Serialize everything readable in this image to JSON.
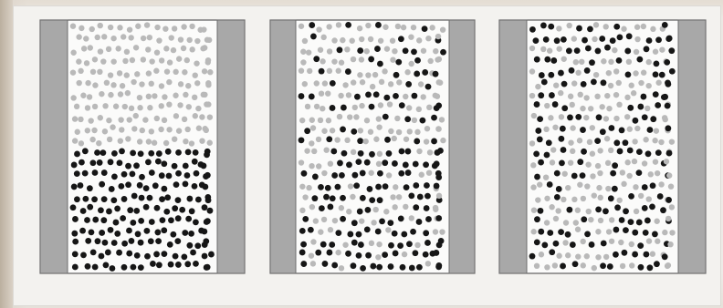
{
  "figure": {
    "caption": "",
    "panels": [
      {
        "id": "initial-separated",
        "light_dot_fraction_top": 1.0,
        "dark_dot_fraction_bottom": 1.0
      },
      {
        "id": "partial-mixing",
        "light_dot_fraction_top": 0.7,
        "dark_dot_fraction_bottom": 0.7
      },
      {
        "id": "fully-mixed",
        "light_dot_fraction_top": 0.5,
        "dark_dot_fraction_bottom": 0.5
      }
    ],
    "colors": {
      "wall_fill": "#a8a8a8",
      "wall_stroke": "#6e6e6e",
      "chamber_fill": "#fbfbfa",
      "chamber_stroke": "#5e5e5e",
      "light_particle": "#b9b9b9",
      "dark_particle": "#161616"
    }
  }
}
